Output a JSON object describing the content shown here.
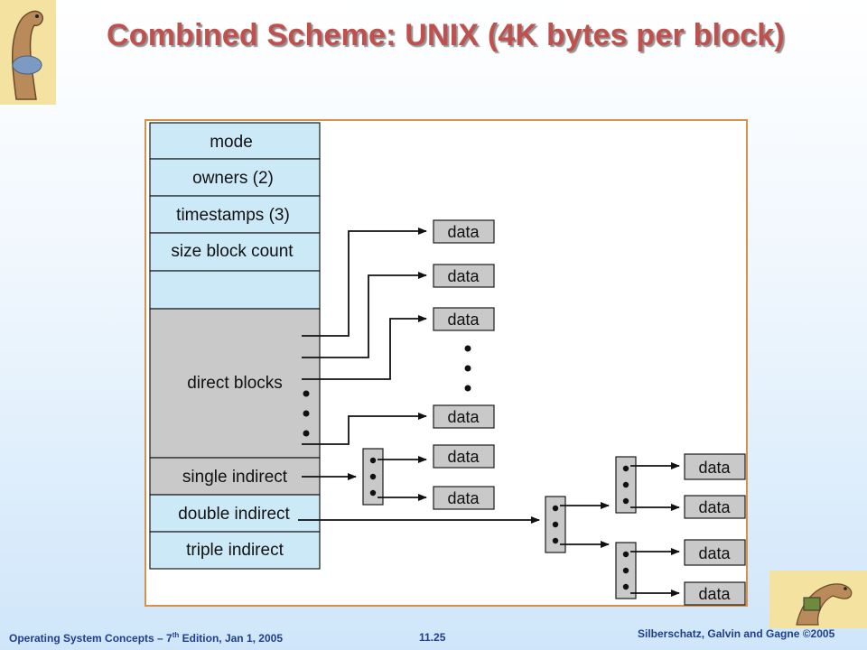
{
  "slide": {
    "title": "Combined Scheme:  UNIX (4K bytes per block)",
    "footer_left_pre": "Operating System Concepts – 7",
    "footer_left_sup": "th",
    "footer_left_post": " Edition, Jan 1, 2005",
    "footer_page": "11.25",
    "footer_right": "Silberschatz, Galvin and Gagne ©2005"
  },
  "inode": {
    "fields": [
      "mode",
      "owners (2)",
      "timestamps (3)",
      "size block count",
      "",
      "direct blocks",
      "single indirect",
      "double indirect",
      "triple indirect"
    ],
    "colors": {
      "header": "#cce9f8",
      "pointers": "#c9c9c9",
      "indirect": "#cce9f8"
    }
  },
  "blocks": {
    "data_label": "data",
    "ellipsis": "•"
  }
}
